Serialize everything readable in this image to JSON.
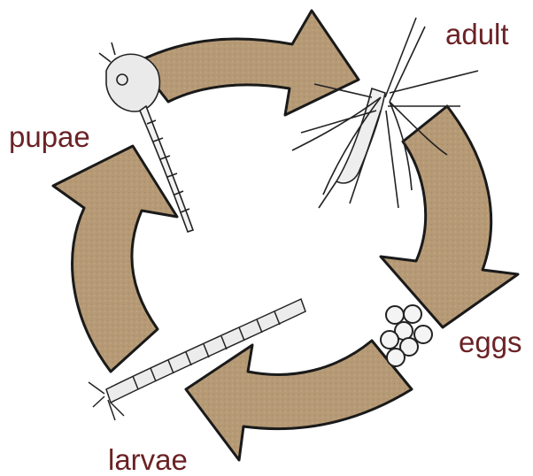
{
  "diagram": {
    "stages": [
      {
        "id": "adult",
        "label": "adult"
      },
      {
        "id": "eggs",
        "label": "eggs"
      },
      {
        "id": "larvae",
        "label": "larvae"
      },
      {
        "id": "pupae",
        "label": "pupae"
      }
    ],
    "cycle_order": [
      "adult",
      "eggs",
      "larvae",
      "pupae"
    ],
    "colors": {
      "arrow_fill": "#b69a76",
      "arrow_stroke": "#1a1a1a",
      "label_text": "#6b2226",
      "illustration_ink": "#222222"
    },
    "icons": [
      "mosquito-adult-icon",
      "egg-cluster-icon",
      "larva-icon",
      "pupa-icon"
    ]
  }
}
